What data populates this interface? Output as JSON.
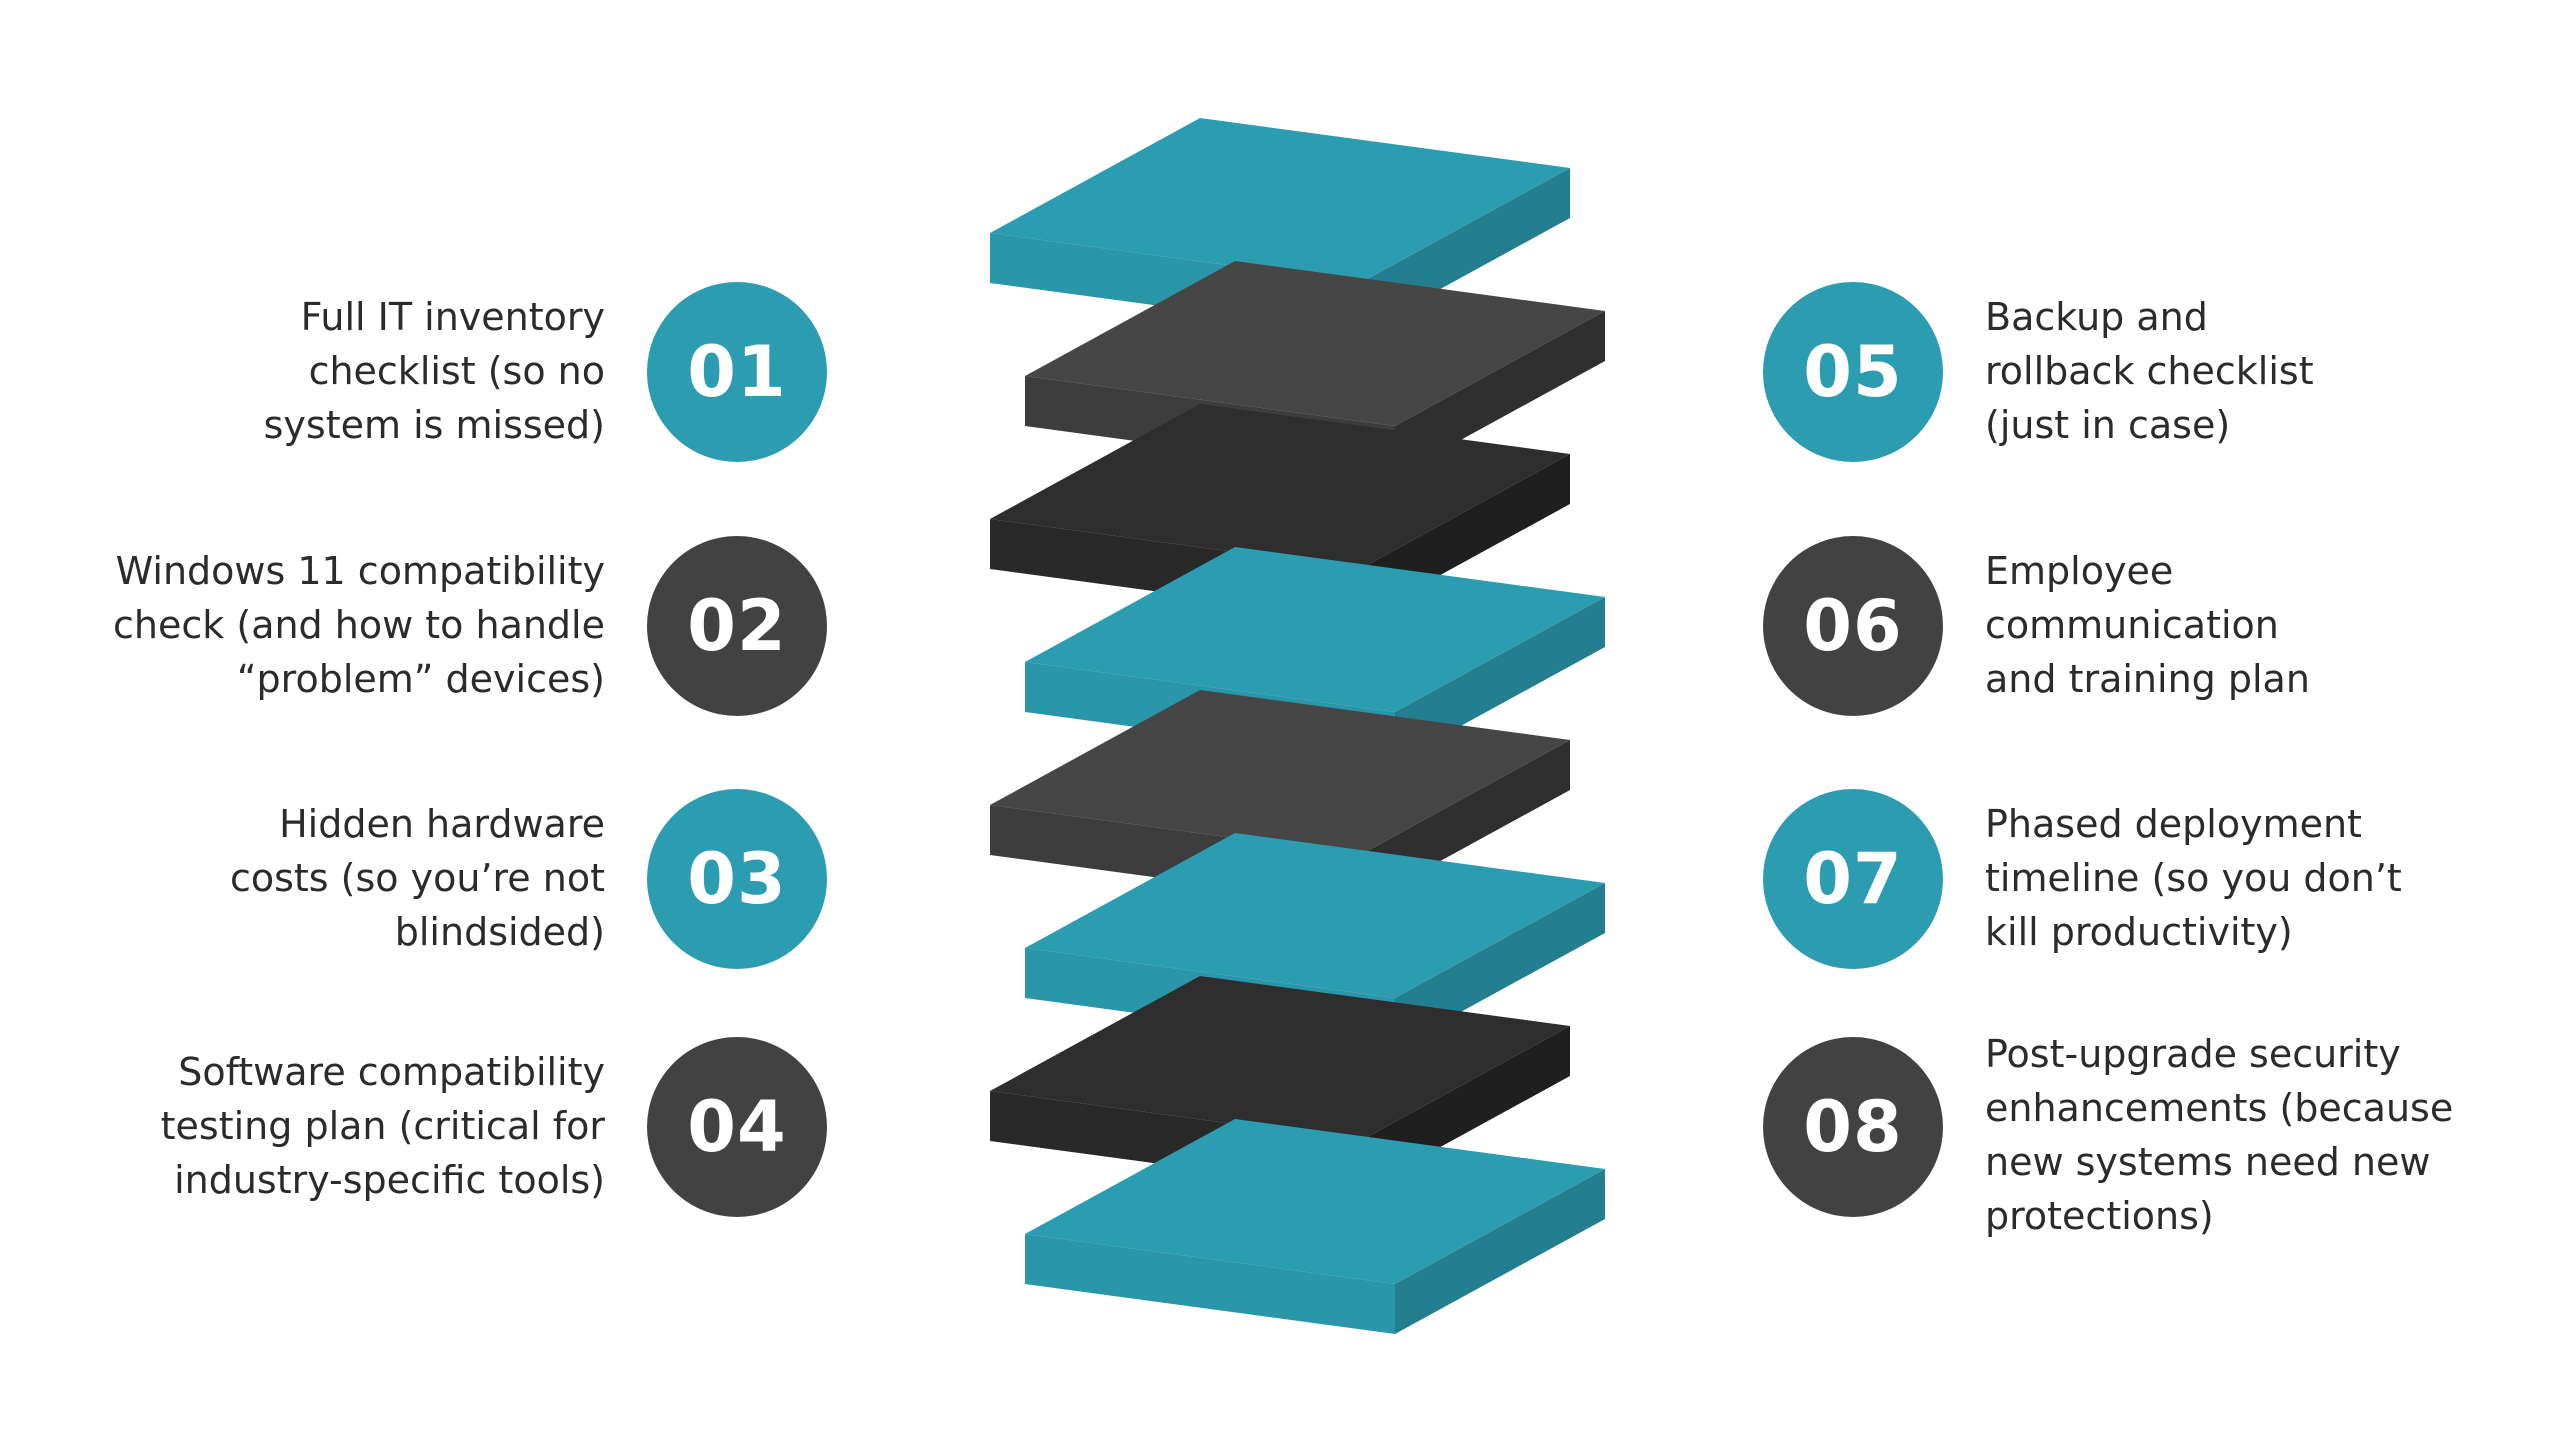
{
  "colors": {
    "teal": "#2c9db1",
    "teal_side_light": "#2a96a9",
    "teal_side_dark": "#237f90",
    "gray": "#464646",
    "gray_side_light": "#3d3d3d",
    "gray_side_dark": "#2f2f2f",
    "dark": "#2e2e2e",
    "dark_side_light": "#292929",
    "dark_side_dark": "#1f1f1f",
    "badge_teal": "#2c9db1",
    "badge_dark": "#424242"
  },
  "layers": [
    "teal",
    "gray",
    "dark",
    "teal",
    "gray",
    "teal",
    "dark",
    "teal"
  ],
  "items_left": [
    {
      "number": "01",
      "text": "Full IT inventory\nchecklist (so no\nsystem is missed)",
      "badge_color": "teal"
    },
    {
      "number": "02",
      "text": "Windows 11 compatibility\ncheck (and how to handle\n“problem” devices)",
      "badge_color": "dark"
    },
    {
      "number": "03",
      "text": "Hidden hardware\ncosts (so you’re not\nblindsided)",
      "badge_color": "teal"
    },
    {
      "number": "04",
      "text": "Software compatibility\ntesting plan (critical for\nindustry-specific tools)",
      "badge_color": "dark"
    }
  ],
  "items_right": [
    {
      "number": "05",
      "text": "Backup and\nrollback checklist\n(just in case)",
      "badge_color": "teal"
    },
    {
      "number": "06",
      "text": "Employee\ncommunication\nand training plan",
      "badge_color": "dark"
    },
    {
      "number": "07",
      "text": "Phased deployment\ntimeline (so you don’t\nkill productivity)",
      "badge_color": "teal"
    },
    {
      "number": "08",
      "text": "Post-upgrade security\nenhancements (because\nnew systems need new\nprotections)",
      "badge_color": "dark"
    }
  ]
}
